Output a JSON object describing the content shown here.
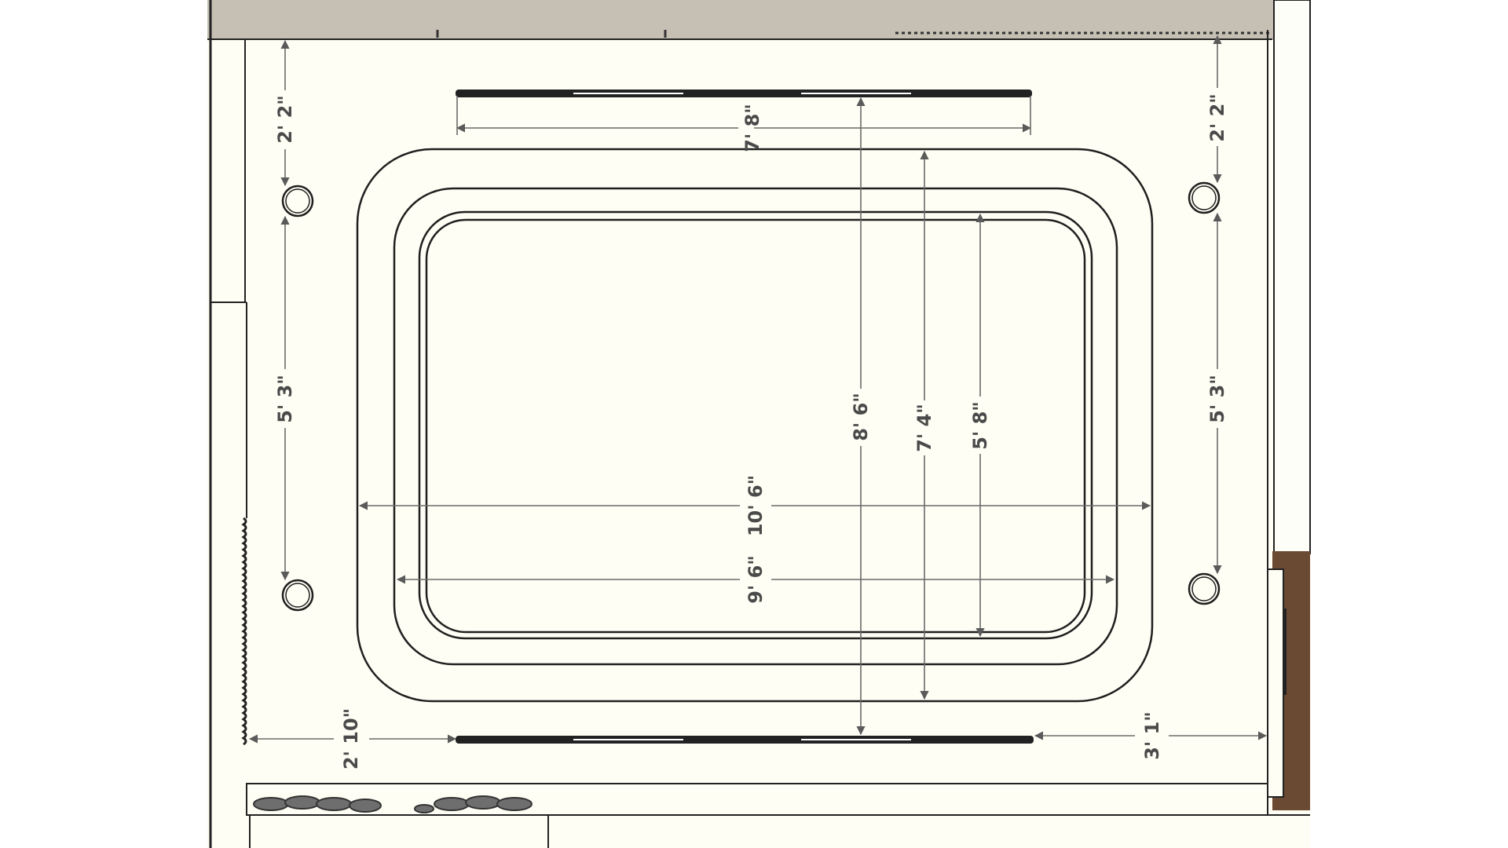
{
  "diagram": {
    "dimensions": {
      "fixture_top_width": "7' 8\"",
      "top_clearance_left": "2' 2\"",
      "top_clearance_right": "2' 2\"",
      "side_left": "5' 3\"",
      "side_right": "5' 3\"",
      "table_outer_length": "8' 6\"",
      "table_mid_length": "7' 4\"",
      "table_inner_length": "5' 8\"",
      "table_outer_width": "10' 6\"",
      "table_mid_width": "9' 6\"",
      "bottom_clearance_left": "2' 10\"",
      "bottom_clearance_right": "3' 1\""
    },
    "colors": {
      "floor": "#fefef4",
      "top_wall": "#c6c0b4",
      "wood": "#6b4a34",
      "outline": "#1f1f1f",
      "dimension": "#555555"
    }
  }
}
